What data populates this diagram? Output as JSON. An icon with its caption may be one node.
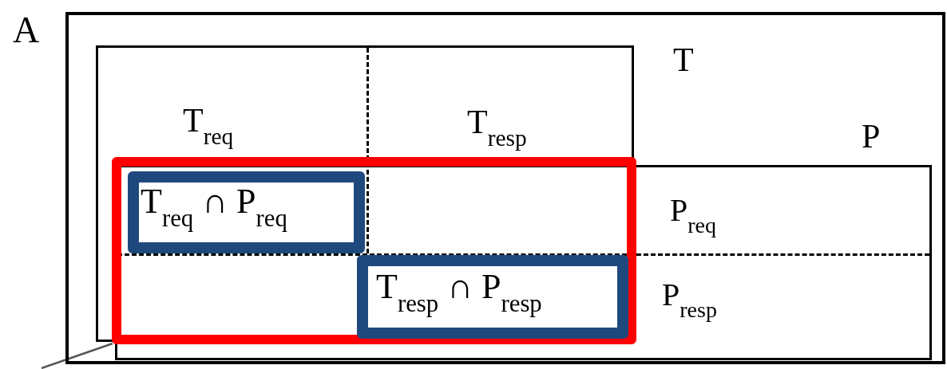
{
  "diagram": {
    "nodes": [
      {
        "text": [
          "A"
        ]
      },
      {
        "text": [
          "T",
          "T$_{req}$",
          "T$_{resp}$"
        ],
        "in": 0
      },
      {
        "text": [
          "P",
          "P$_{req}$",
          "P$_{resp}$"
        ],
        "in": 0
      },
      {
        "text": [],
        "shape": "box"
      },
      {
        "text": [
          "T$_{req}$ ∩ P$_{req}$"
        ],
        "in": 3
      },
      {
        "text": [
          "T$_{resp}$ ∩ P$_{resp}$"
        ],
        "in": 3
      }
    ],
    "edges": [
      {
        "from": null,
        "to": 3,
        "arrow": "none"
      }
    ]
  }
}
